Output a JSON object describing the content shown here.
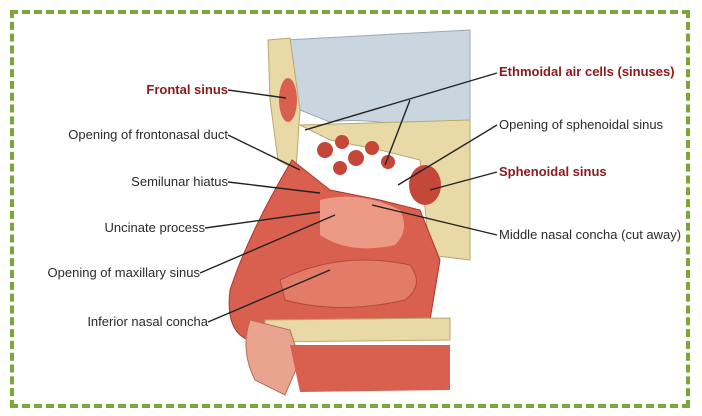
{
  "colors": {
    "frame_border": "#7aa63a",
    "bold_label": "#8b1a1a",
    "plain_label": "#2a2a2a",
    "tissue": "#d9604f",
    "tissue_light": "#ec9a86",
    "bone": "#e9d9a6",
    "brain": "#c9d6df"
  },
  "labels": {
    "frontal_sinus": "Frontal sinus",
    "frontonasal_duct": "Opening of frontonasal duct",
    "semilunar_hiatus": "Semilunar hiatus",
    "uncinate_process": "Uncinate process",
    "maxillary_opening": "Opening of maxillary sinus",
    "inferior_concha": "Inferior nasal concha",
    "ethmoidal_cells": "Ethmoidal air cells (sinuses)",
    "sphenoidal_opening": "Opening of sphenoidal sinus",
    "sphenoidal_sinus": "Sphenoidal sinus",
    "middle_concha": "Middle nasal concha (cut away)"
  }
}
